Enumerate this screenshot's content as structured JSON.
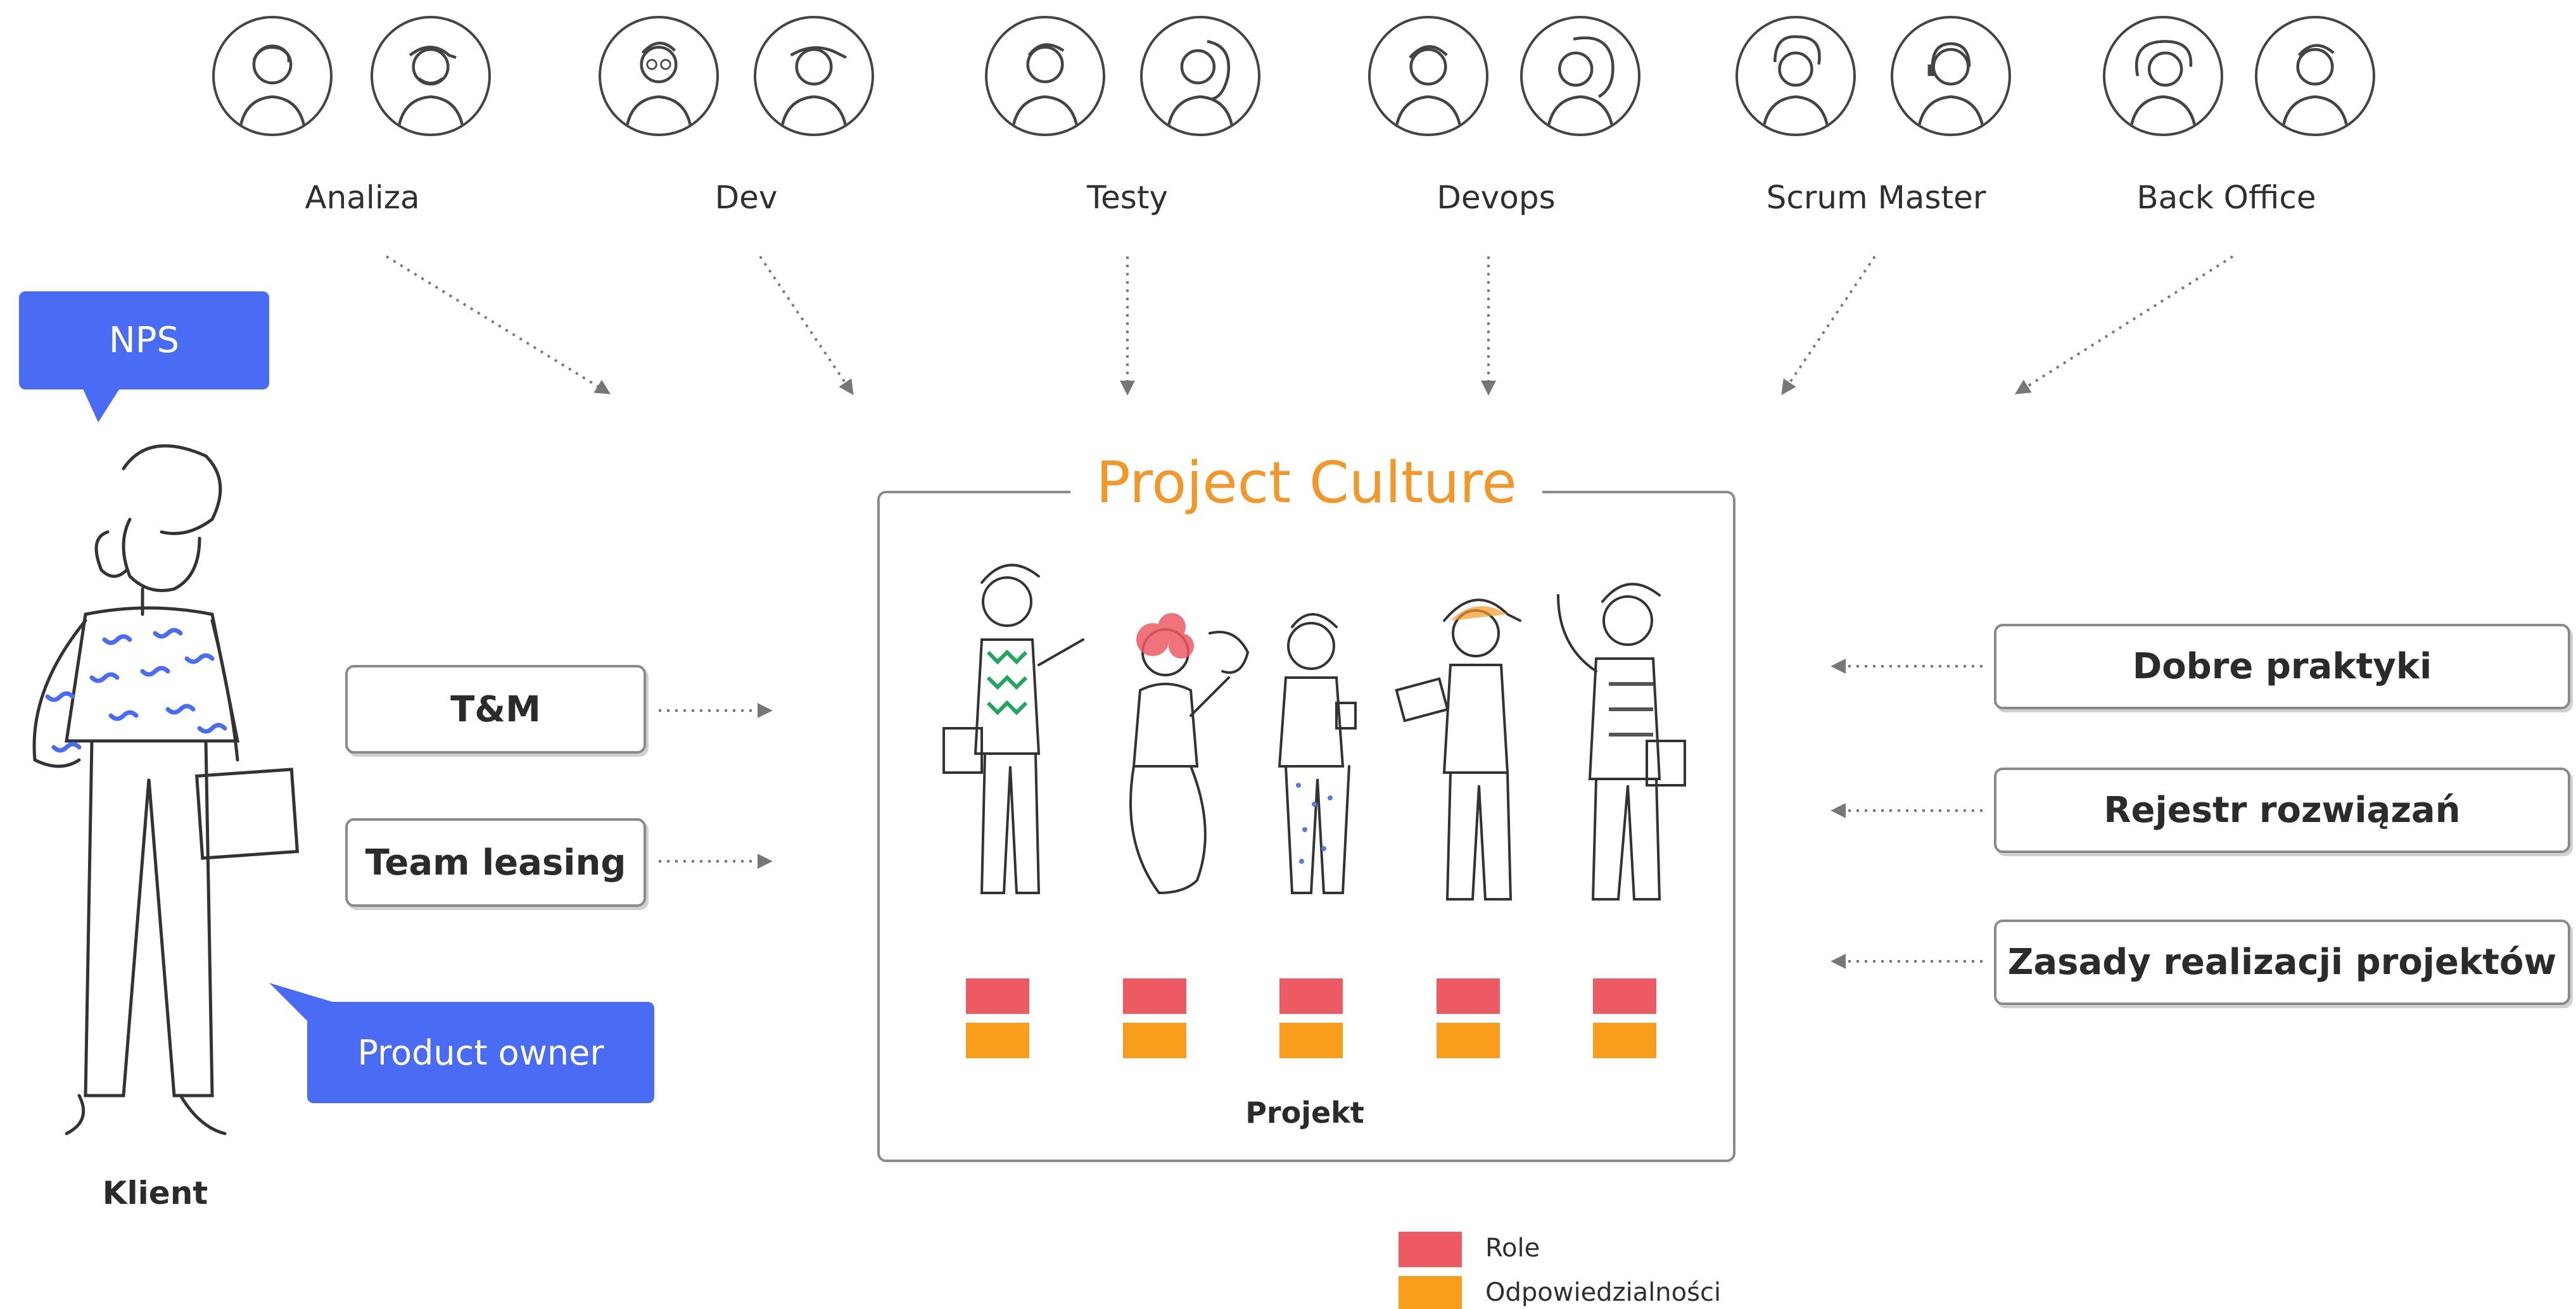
{
  "roles": [
    "Analiza",
    "Dev",
    "Testy",
    "Devops",
    "Scrum Master",
    "Back Office"
  ],
  "project_culture": {
    "title": "Project Culture",
    "project_label": "Projekt"
  },
  "client": {
    "label": "Klient",
    "nps": "NPS",
    "product_owner": "Product owner"
  },
  "models": [
    "T&M",
    "Team leasing"
  ],
  "practices": [
    "Dobre praktyki",
    "Rejestr rozwiązań",
    "Zasady realizacji projektów"
  ],
  "legend": {
    "role": "Role",
    "responsibilities": "Odpowiedzialności"
  },
  "colors": {
    "accent": "#f2982a",
    "bubble": "#4a6cf5",
    "role": "#ee5a63",
    "responsibility": "#f89d1c"
  }
}
